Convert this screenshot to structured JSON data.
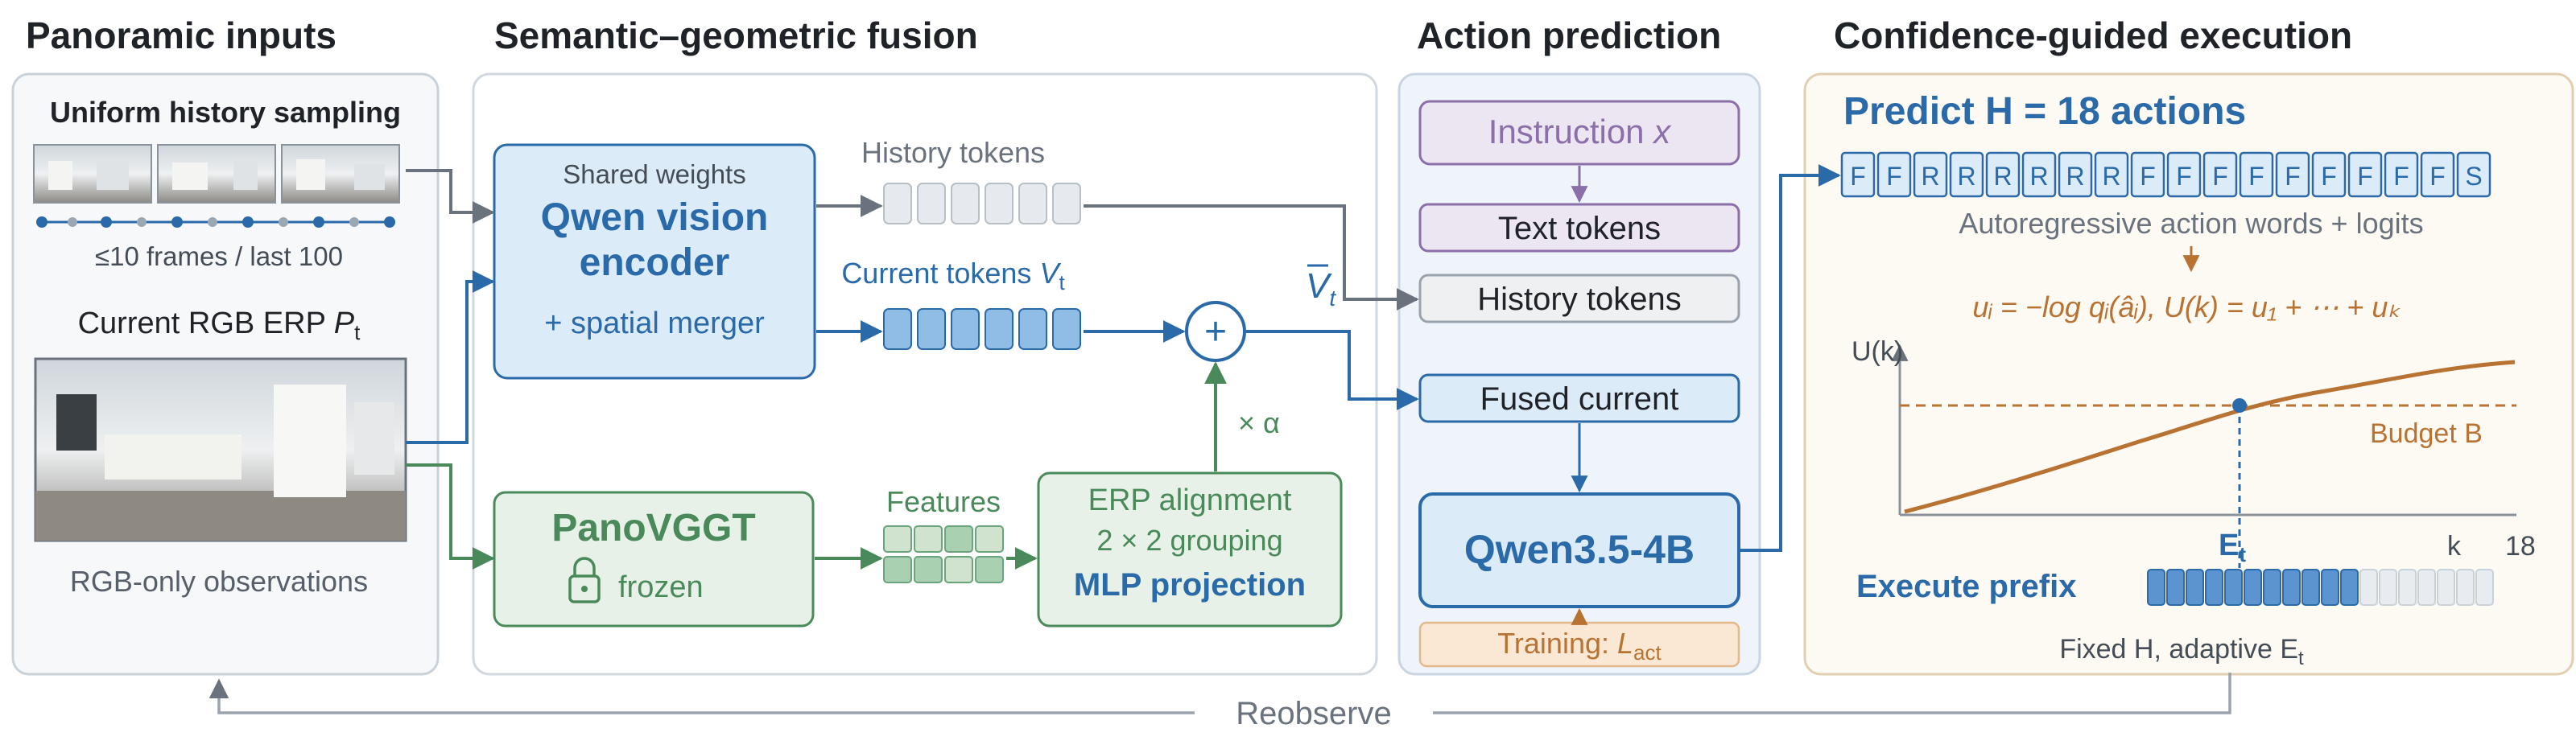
{
  "sections": {
    "inputs": "Panoramic inputs",
    "fusion": "Semantic–geometric fusion",
    "action": "Action prediction",
    "execution": "Confidence-guided execution"
  },
  "inputs": {
    "history_title": "Uniform history sampling",
    "frames_caption": "≤10 frames / last 100",
    "current_label_main": "Current RGB ERP ",
    "current_label_var": "P",
    "current_label_sub": "t",
    "footer": "RGB-only observations"
  },
  "fusion": {
    "encoder_shared": "Shared weights",
    "encoder_title_1": "Qwen vision",
    "encoder_title_2": "encoder",
    "encoder_merger": "+ spatial merger",
    "history_tokens": "History tokens",
    "current_tokens_main": "Current tokens ",
    "current_tokens_var": "V",
    "current_tokens_sub": "t",
    "vbar_var": "V",
    "vbar_sub": "t",
    "plus": "+",
    "alpha": "× α",
    "panovggt": "PanoVGGT",
    "frozen": "frozen",
    "features": "Features",
    "align_1": "ERP alignment",
    "align_2": "2 × 2 grouping",
    "align_3": "MLP projection"
  },
  "action": {
    "instruction_main": "Instruction ",
    "instruction_var": "x",
    "text_tokens": "Text tokens",
    "history_tokens": "History tokens",
    "fused_current": "Fused current",
    "model": "Qwen3.5-4B",
    "training_main": "Training: ",
    "training_var": "L",
    "training_sub": "act"
  },
  "execution": {
    "predict_title": "Predict H = 18 actions",
    "actions": [
      "F",
      "F",
      "R",
      "R",
      "R",
      "R",
      "R",
      "R",
      "F",
      "F",
      "F",
      "F",
      "F",
      "F",
      "F",
      "F",
      "F",
      "S"
    ],
    "autoregressive": "Autoregressive action words + logits",
    "formula": "uᵢ = −log qᵢ(âᵢ),    U(k) = u₁ + ⋯ + uₖ",
    "y_axis": "U(k)",
    "budget": "Budget B",
    "et_main": "E",
    "et_sub": "t",
    "k_label": "k",
    "k_max": "18",
    "execute_prefix": "Execute prefix",
    "prefix_executed": 11,
    "prefix_total": 18,
    "footer_main": "Fixed H, adaptive E",
    "footer_sub": "t"
  },
  "reobserve": "Reobserve",
  "colors": {
    "blue": "#2a6aa8",
    "green": "#4a8a5a",
    "orange": "#b87333",
    "purple": "#8a6fa8",
    "gray": "#6a737d"
  }
}
